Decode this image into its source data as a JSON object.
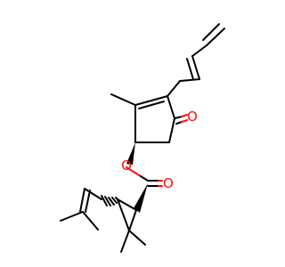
{
  "molecule": {
    "atom_labels": [
      {
        "id": "o-ketone",
        "symbol": "O"
      },
      {
        "id": "o-ester",
        "symbol": "O"
      },
      {
        "id": "o-carbonyl",
        "symbol": "O"
      }
    ]
  },
  "colors": {
    "background": "#ffffff",
    "bond": "#000000",
    "oxygen": "#ff0d0d"
  }
}
